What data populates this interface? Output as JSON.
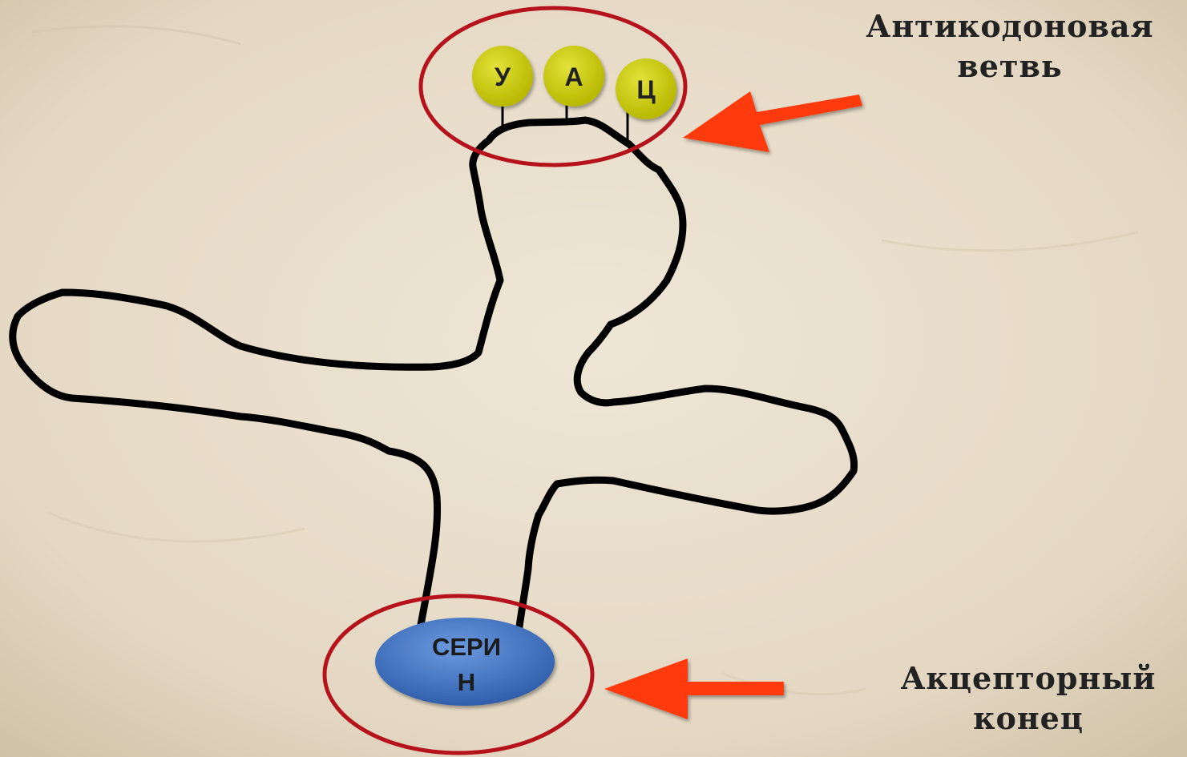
{
  "labels": {
    "anticodon_line1": "Антикодоновая",
    "anticodon_line2": "ветвь",
    "acceptor_line1": "Акцепторный",
    "acceptor_line2": "конец"
  },
  "anticodon": {
    "nucleotides": [
      "У",
      "А",
      "Ц"
    ],
    "color": "#c8c800"
  },
  "amino_acid": {
    "line1": "СЕРИ",
    "line2": "Н",
    "color": "#3a6fbf"
  },
  "colors": {
    "background": "#e8ddcb",
    "strand": "#000000",
    "highlight_ring": "#b5121b",
    "arrow": "#ff3a10"
  }
}
